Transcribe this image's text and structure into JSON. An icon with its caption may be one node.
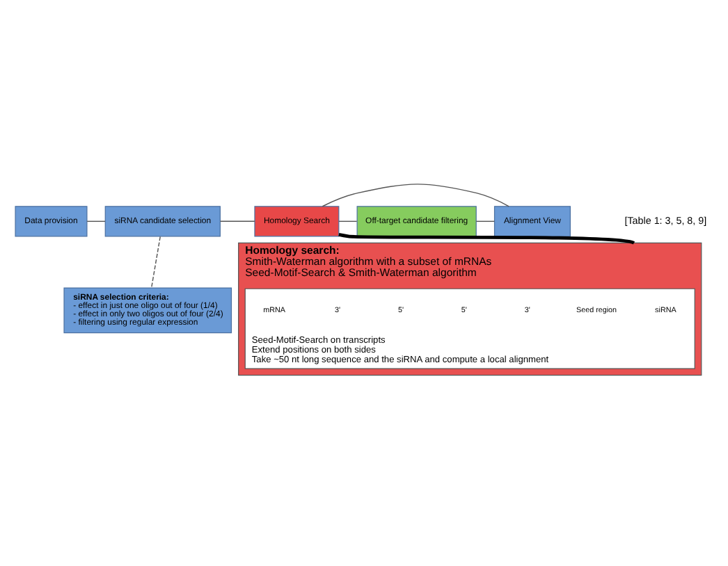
{
  "diagram": {
    "nodes": [
      {
        "text": [
          "Data provision"
        ]
      },
      {
        "text": [
          "siRNA candidate selection"
        ]
      },
      {
        "text": [
          "Homology Search"
        ]
      },
      {
        "text": [
          "Off-target candidate filtering"
        ]
      },
      {
        "text": [
          "Alignment View"
        ]
      },
      {
        "text": [
          "siRNA selection criteria:",
          "- effect in just one oligo out of four (1/4)",
          "- effect in only two oligos out of four (2/4)",
          "- filtering using regular expression"
        ]
      },
      {
        "text": [
          "Homology search:",
          "Smith-Waterman algorithm with a subset of mRNAs",
          "Seed-Motif-Search & Smith-Waterman algorithm"
        ]
      },
      {
        "text": [
          "Seed-Motif-Search on transcripts",
          "Extend positions on both sides",
          "Take ~50 nt long sequence and the siRNA and compute a local alignment"
        ],
        "in": 6
      }
    ],
    "edges": [
      {
        "from": 0,
        "to": 1,
        "arrow": "none"
      },
      {
        "from": 1,
        "to": 2,
        "arrow": "none"
      },
      {
        "from": 2,
        "to": 3,
        "arrow": "none"
      },
      {
        "from": 3,
        "to": 4,
        "arrow": "none"
      },
      {
        "from": 2,
        "to": 4,
        "arrow": "none"
      },
      {
        "from": 1,
        "to": 5,
        "arrow": "none",
        "style": "dashed"
      },
      {
        "from": 2,
        "to": 6,
        "arrow": "none",
        "style": "thick",
        "color": "#000000"
      }
    ],
    "labels": [
      "[Table 1: 3, 5, 8, 9]",
      "siRNA",
      "Seed region",
      "3'",
      "5'",
      "5'",
      "3'",
      "mRNA"
    ]
  }
}
